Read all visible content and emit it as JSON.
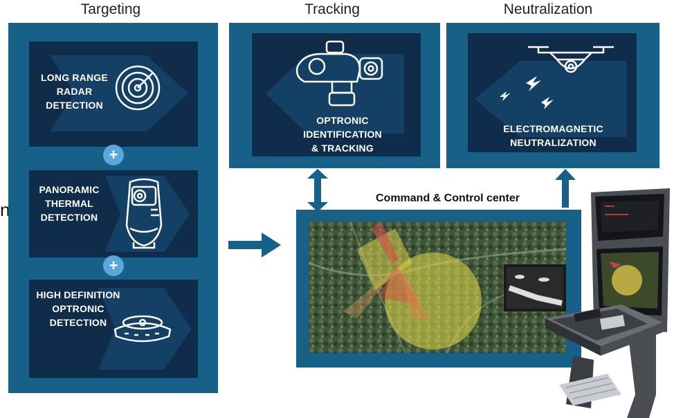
{
  "headers": {
    "targeting": "Targeting",
    "tracking": "Tracking",
    "neutralization": "Neutralization"
  },
  "targeting": {
    "tiles": [
      {
        "label": "LONG RANGE\nRADAR\nDETECTION",
        "icon": "radar-icon"
      },
      {
        "label": "PANORAMIC\nTHERMAL\nDETECTION",
        "icon": "thermal-camera-icon"
      },
      {
        "label": "HIGH DEFINITION\nOPTRONIC\nDETECTION",
        "icon": "optronic-sensor-icon"
      }
    ],
    "plus": "+"
  },
  "tracking": {
    "label": "OPTRONIC\nIDENTIFICATION\n& TRACKING",
    "icon": "optronic-turret-icon"
  },
  "neutralization": {
    "label": "ELECTROMAGNETIC\nNEUTRALIZATION",
    "icon": "drone-icon"
  },
  "command": {
    "label": "Command & Control center"
  },
  "edge_char": "n",
  "colors": {
    "panel": "#176088",
    "tile": "#0f2d4a",
    "plus_circle": "#5aa7dd",
    "map_zone": "#d8d04a",
    "radar_beam": "#d84a4a"
  }
}
